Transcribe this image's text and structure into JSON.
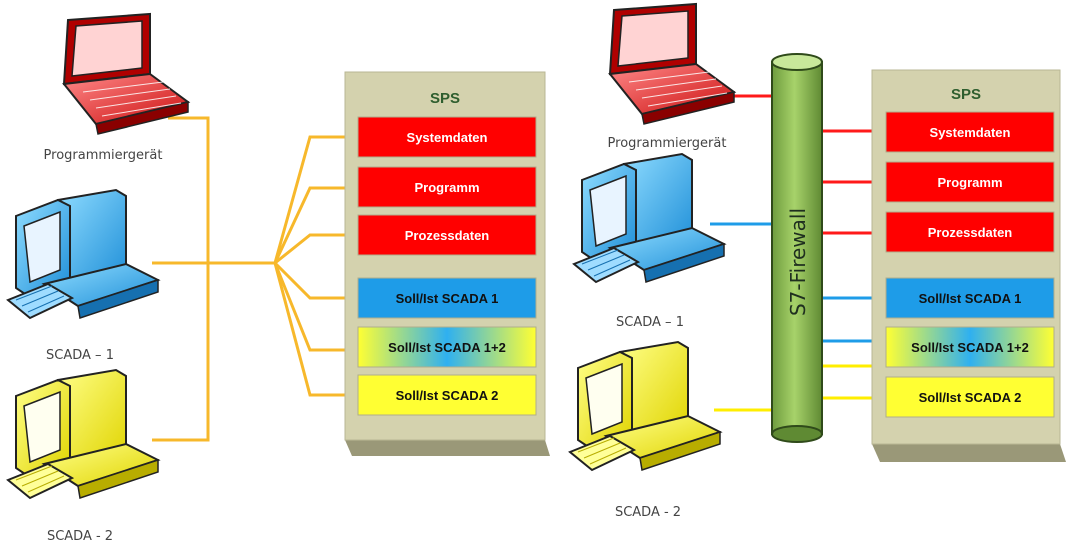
{
  "colors": {
    "orange_link": "#f7b82b",
    "red": "#ff0000",
    "blue": "#1e9ce8",
    "yellow": "#ffff33",
    "panel": "#d4d2ae",
    "firewall": "#8bbd50"
  },
  "left": {
    "programmer_label": "Programmiergerät",
    "scada1_label": "SCADA – 1",
    "scada2_label": "SCADA - 2",
    "panel_title": "SPS",
    "blocks": [
      {
        "label": "Systemdaten",
        "style": "red"
      },
      {
        "label": "Programm",
        "style": "red"
      },
      {
        "label": "Prozessdaten",
        "style": "red"
      },
      {
        "label": "Soll/Ist SCADA 1",
        "style": "blue"
      },
      {
        "label": "Soll/Ist SCADA 1+2",
        "style": "gradient"
      },
      {
        "label": "Soll/Ist SCADA 2",
        "style": "yellow"
      }
    ]
  },
  "right": {
    "programmer_label": "Programmiergerät",
    "scada1_label": "SCADA – 1",
    "scada2_label": "SCADA - 2",
    "firewall_label": "S7-Firewall",
    "panel_title": "SPS",
    "blocks": [
      {
        "label": "Systemdaten",
        "style": "red"
      },
      {
        "label": "Programm",
        "style": "red"
      },
      {
        "label": "Prozessdaten",
        "style": "red"
      },
      {
        "label": "Soll/Ist SCADA 1",
        "style": "blue"
      },
      {
        "label": "Soll/Ist SCADA 1+2",
        "style": "gradient"
      },
      {
        "label": "Soll/Ist SCADA 2",
        "style": "yellow"
      }
    ]
  }
}
